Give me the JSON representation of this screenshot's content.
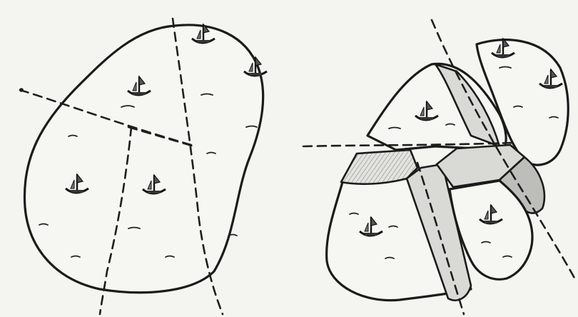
{
  "figure": {
    "panels": [
      {
        "id": "left",
        "description_name": "intact-landmass-with-fault-lines"
      },
      {
        "id": "right",
        "description_name": "fractured-landmass-blocks"
      }
    ],
    "colors": {
      "ink": "#1b1b1b",
      "paper": "#f4f4f1",
      "shading": "#d9d9d6"
    },
    "icons": [
      "boat-icon"
    ]
  }
}
